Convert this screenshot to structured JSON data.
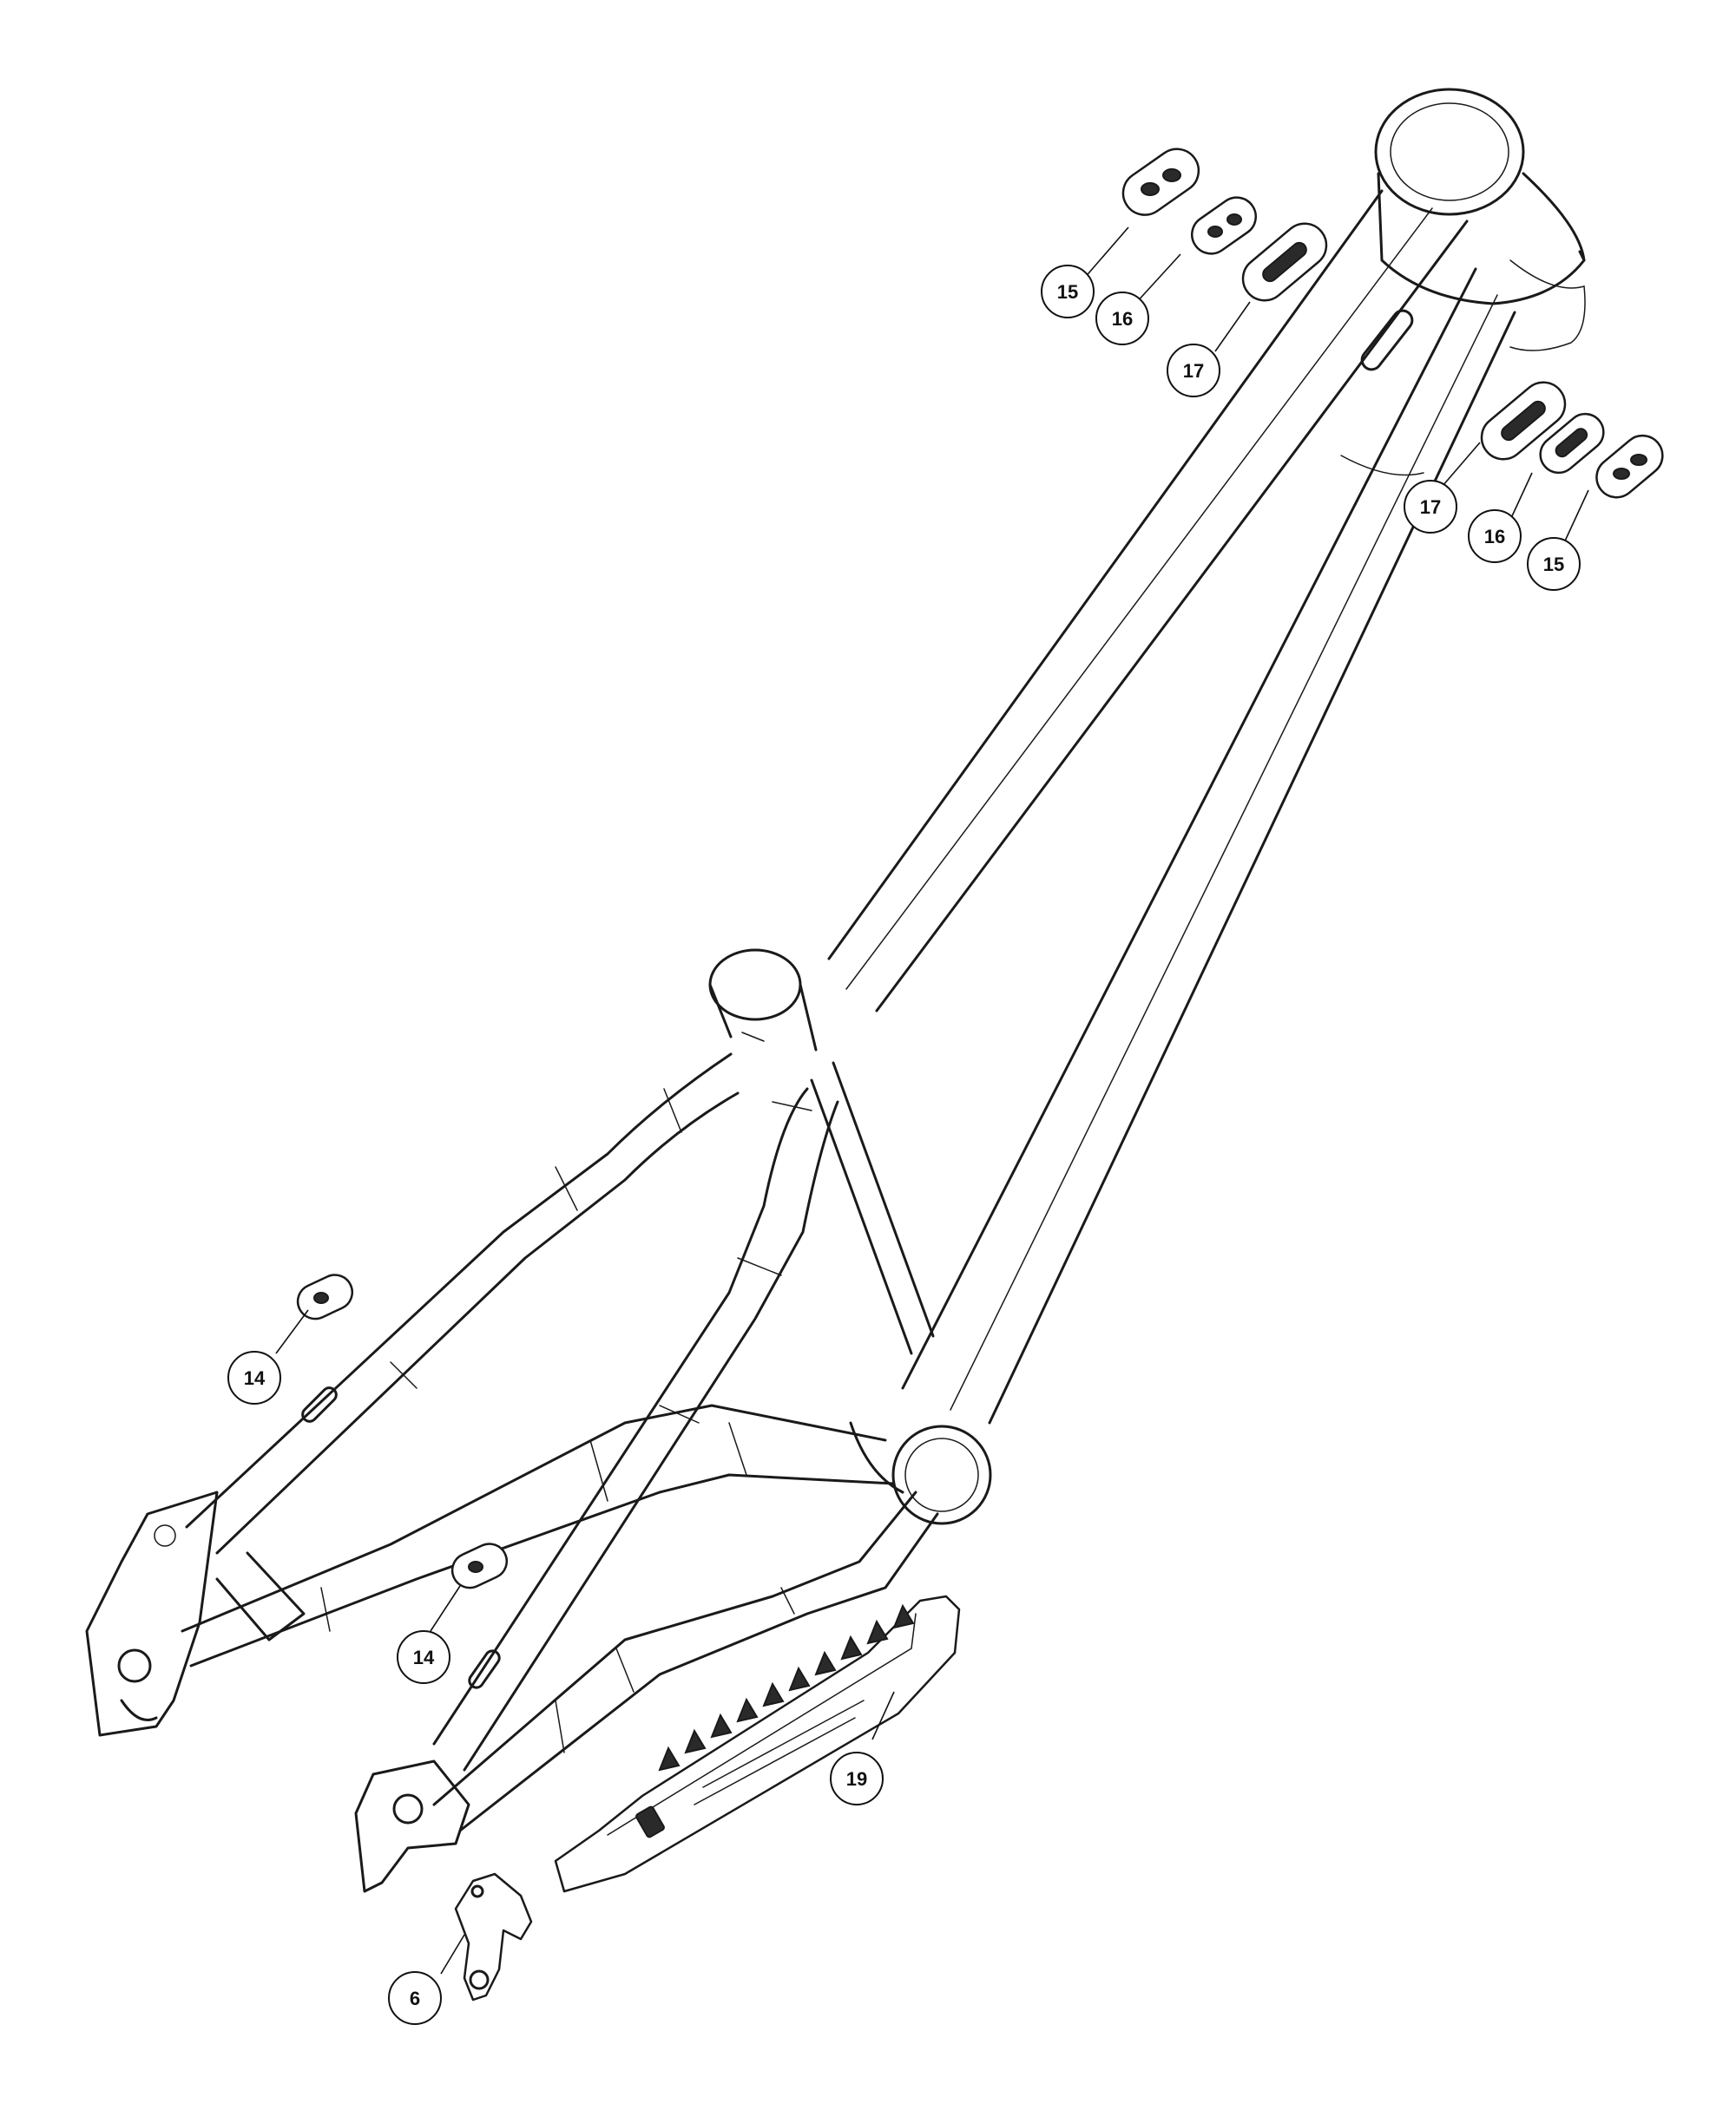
{
  "callouts": [
    {
      "id": "c15a",
      "label": "15"
    },
    {
      "id": "c16a",
      "label": "16"
    },
    {
      "id": "c17a",
      "label": "17"
    },
    {
      "id": "c17b",
      "label": "17"
    },
    {
      "id": "c16b",
      "label": "16"
    },
    {
      "id": "c15b",
      "label": "15"
    },
    {
      "id": "c14a",
      "label": "14"
    },
    {
      "id": "c14b",
      "label": "14"
    },
    {
      "id": "c19",
      "label": "19"
    },
    {
      "id": "c6",
      "label": "6"
    }
  ]
}
